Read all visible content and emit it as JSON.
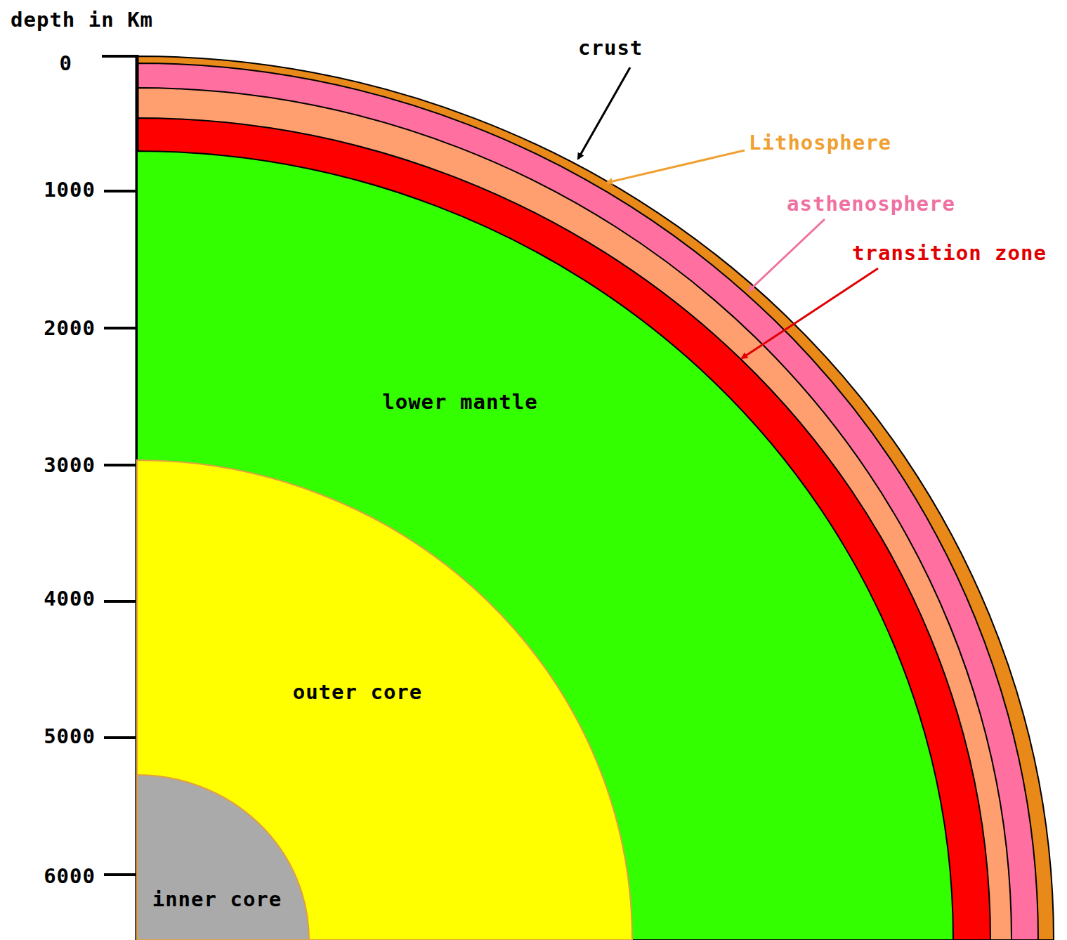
{
  "diagram": {
    "nodes": [
      {
        "text": [
          "lower mantle"
        ]
      },
      {
        "text": [
          "outer core"
        ],
        "in": 0
      },
      {
        "text": [
          "inner core"
        ],
        "in": 1
      }
    ],
    "labels": [
      "depth in Km",
      "0",
      "1000",
      "2000",
      "3000",
      "4000",
      "5000",
      "6000",
      "crust",
      "Lithosphere",
      "asthenosphere",
      "transition zone"
    ]
  }
}
